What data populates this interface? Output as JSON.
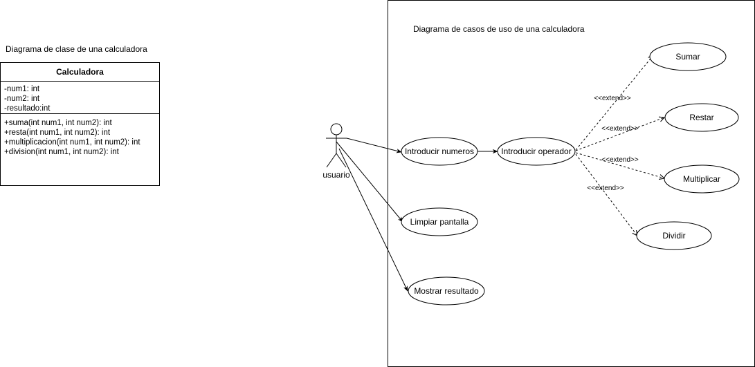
{
  "class_diagram": {
    "caption": "Diagrama de clase de una calculadora",
    "class_name": "Calculadora",
    "attributes": [
      "-num1: int",
      "-num2: int",
      "-resultado:int"
    ],
    "methods": [
      "+suma(int num1, int num2): int",
      "+resta(int num1, int num2): int",
      "+multiplicacion(int num1, int num2): int",
      "+division(int num1, int num2): int"
    ]
  },
  "usecase_diagram": {
    "caption": "Diagrama de casos de uso de una calculadora",
    "actor": "usuario",
    "use_cases": {
      "introducir_numeros": "Introducir numeros",
      "introducir_operador": "Introducir operador",
      "limpiar_pantalla": "Limpiar pantalla",
      "mostrar_resultado": "Mostrar resultado",
      "sumar": "Sumar",
      "restar": "Restar",
      "multiplicar": "Multiplicar",
      "dividir": "Dividir"
    },
    "extend_label": "<<extend>>"
  }
}
